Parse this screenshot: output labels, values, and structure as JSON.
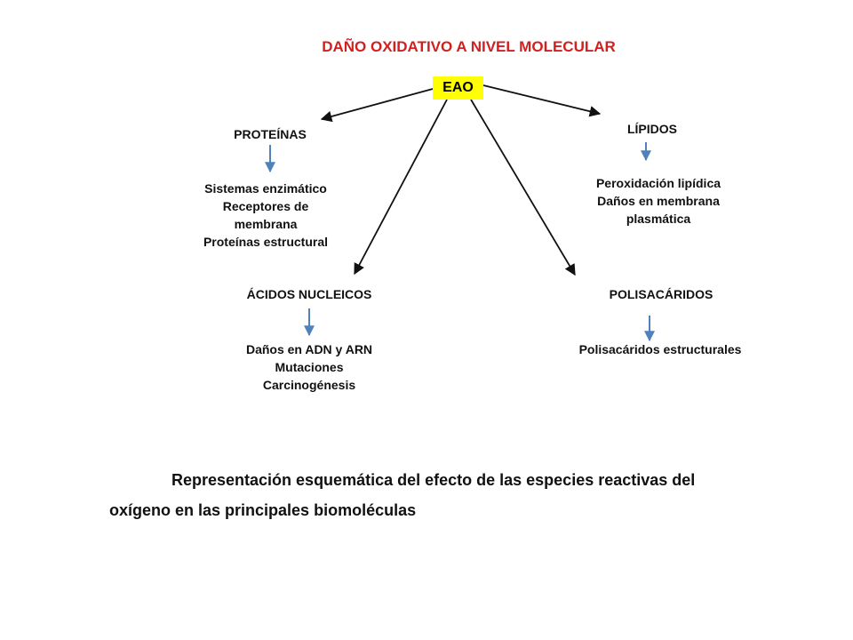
{
  "diagram": {
    "title": "DAÑO OXIDATIVO A NIVEL MOLECULAR",
    "center": "EAO",
    "nodes": {
      "proteinas": {
        "label": "PROTEÍNAS",
        "items": [
          "Sistemas enzimático",
          "Receptores de",
          "membrana",
          "Proteínas estructural"
        ]
      },
      "lipidos": {
        "label": "LÍPIDOS",
        "items": [
          "Peroxidación lipídica",
          "Daños en membrana",
          "plasmática"
        ]
      },
      "acidos": {
        "label": "ÁCIDOS NUCLEICOS",
        "items": [
          "Daños en ADN y ARN",
          "Mutaciones",
          "Carcinogénesis"
        ]
      },
      "polisacaridos": {
        "label": "POLISACÁRIDOS",
        "items": [
          "Polisacáridos estructurales"
        ]
      }
    },
    "colors": {
      "title": "#d21f1f",
      "center_box": "#ffff00",
      "sub_arrow": "#4f81bd"
    }
  },
  "caption": {
    "line1": "Representación esquemática del efecto de las especies reactivas del",
    "line2": "oxígeno en las principales biomoléculas"
  }
}
